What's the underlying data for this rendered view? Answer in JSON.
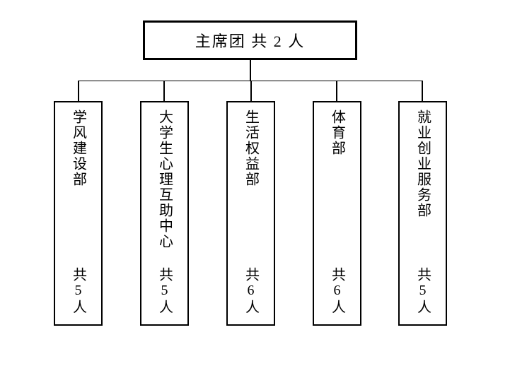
{
  "org": {
    "title": "student-union-organization-chart",
    "root_label": "主席团 共 2 人",
    "root_member_count": 2,
    "departments": [
      {
        "name": "学风建设部",
        "count_label": "共5人",
        "member_count": 5
      },
      {
        "name": "大学生心理互助中心",
        "count_label": "共5人",
        "member_count": 5
      },
      {
        "name": "生活权益部",
        "count_label": "共6人",
        "member_count": 6
      },
      {
        "name": "体育部",
        "count_label": "共6人",
        "member_count": 6
      },
      {
        "name": "就业创业服务部",
        "count_label": "共5人",
        "member_count": 5
      }
    ],
    "colors": {
      "background": "#ffffff",
      "line": "#000000",
      "text": "#000000"
    }
  }
}
